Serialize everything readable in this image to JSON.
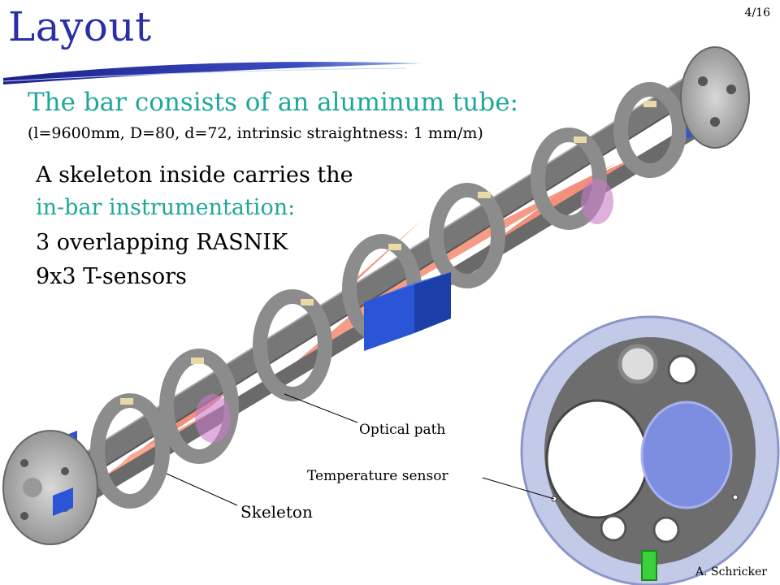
{
  "slide": {
    "title": "Layout",
    "page_number": "4/16",
    "line1": "The bar consists of an aluminum tube:",
    "line2": "(l=9600mm, D=80, d=72, intrinsic straightness: 1 mm/m)",
    "line3": "A skeleton inside carries the",
    "line4": "in-bar instrumentation:",
    "line5": "3 overlapping RASNIK",
    "line6": "9x3 T-sensors"
  },
  "labels": {
    "optical_path": "Optical path",
    "temperature_sensor": "Temperature sensor",
    "skeleton": "Skeleton"
  },
  "credit": "A. Schricker",
  "colors": {
    "title": "#2b2fa6",
    "accent": "#1fa89a",
    "rasnik_beam": "#f06a50",
    "ring": "#8c8c8c",
    "box": "#2a55d6"
  }
}
